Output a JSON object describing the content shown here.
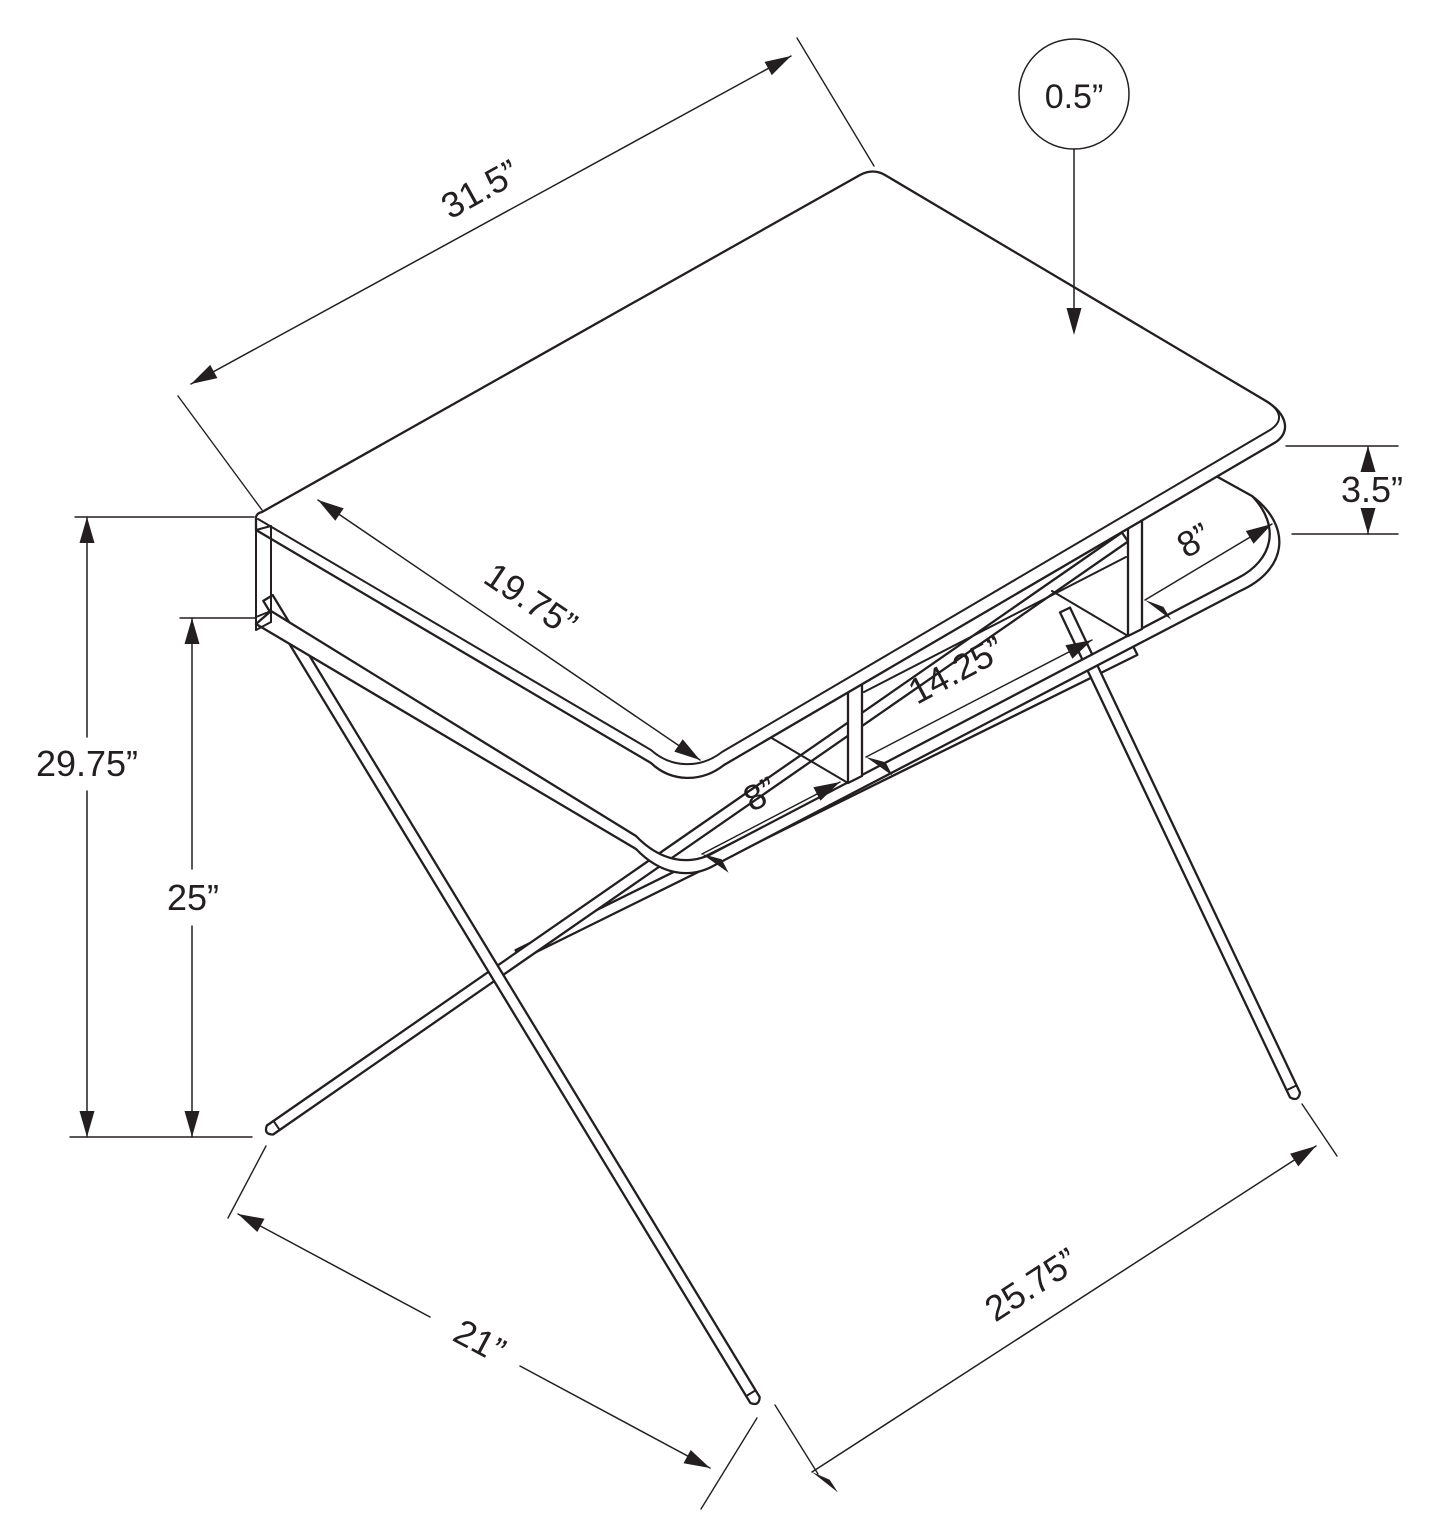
{
  "diagram": {
    "subject": "Isometric dimension drawing of a computer desk with open cubby shelf and X-shaped tube legs",
    "unit": "inches",
    "line_color": "#231f20",
    "background_color": "#ffffff"
  },
  "dimensions": {
    "top_width": {
      "label": "31.5”",
      "value": 31.5
    },
    "top_thickness": {
      "label": "0.5”",
      "value": 0.5
    },
    "top_depth": {
      "label": "19.75”",
      "value": 19.75
    },
    "gap_height": {
      "label": "3.5”",
      "value": 3.5
    },
    "cubby_right": {
      "label": "8”",
      "value": 8
    },
    "cubby_middle": {
      "label": "14.25”",
      "value": 14.25
    },
    "cubby_left": {
      "label": "8”",
      "value": 8
    },
    "overall_height": {
      "label": "29.75”",
      "value": 29.75
    },
    "shelf_clearance": {
      "label": "25”",
      "value": 25
    },
    "base_depth": {
      "label": "21”",
      "value": 21
    },
    "base_width": {
      "label": "25.75”",
      "value": 25.75
    }
  }
}
